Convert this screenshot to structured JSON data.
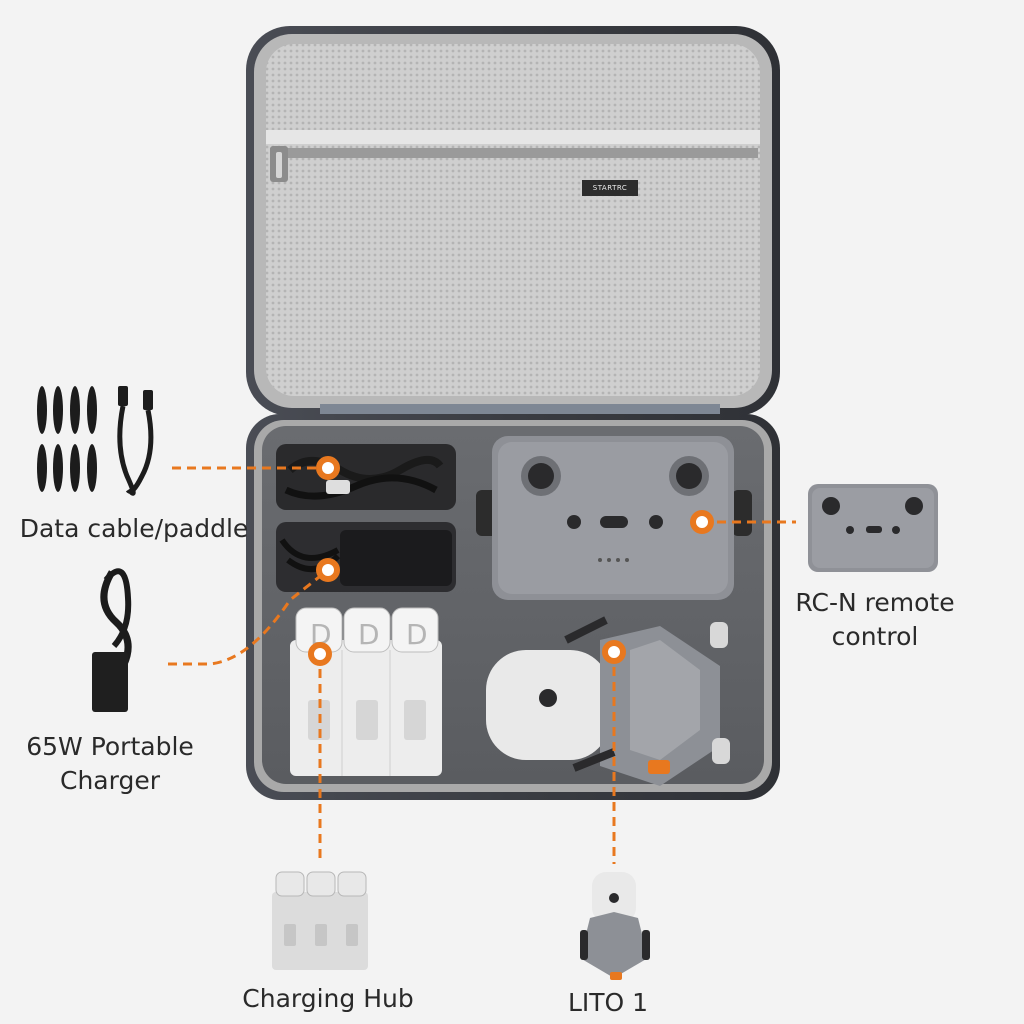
{
  "image": {
    "title": "Carrying case contents diagram",
    "brand_tag": "STARTRC",
    "accent_color": "#e8781f",
    "case_color": "#3a3c42",
    "mesh_color": "#c9c9c9"
  },
  "callouts": [
    {
      "id": "data-cable-paddle",
      "label": "Data cable/paddle"
    },
    {
      "id": "portable-charger",
      "label_line1": "65W Portable",
      "label_line2": "Charger"
    },
    {
      "id": "rc-n-remote",
      "label_line1": "RC-N remote",
      "label_line2": "control"
    },
    {
      "id": "charging-hub",
      "label": "Charging Hub"
    },
    {
      "id": "drone",
      "label": "LITO 1"
    }
  ]
}
